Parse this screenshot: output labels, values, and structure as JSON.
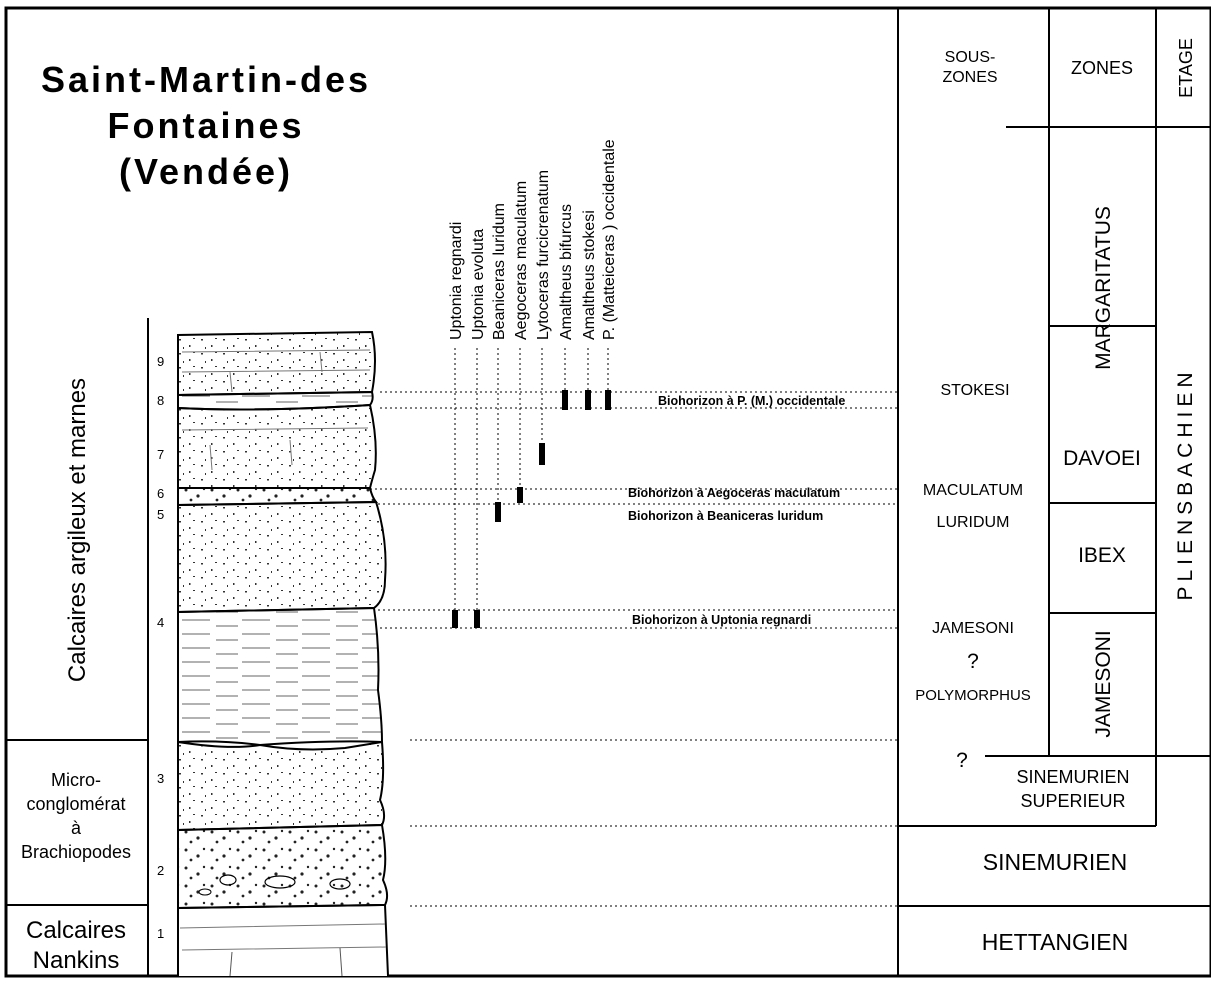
{
  "title": [
    "Saint-Martin-des",
    "Fontaines",
    "(Vendée)"
  ],
  "lithology": {
    "unit_a": "Calcaires argileux et marnes",
    "unit_b": [
      "Micro-",
      "conglomérat",
      "à",
      "Brachiopodes"
    ],
    "unit_c": [
      "Calcaires",
      "Nankins"
    ]
  },
  "beds": [
    "1",
    "2",
    "3",
    "4",
    "5",
    "6",
    "7",
    "8",
    "9"
  ],
  "taxa": [
    "Uptonia regnardi",
    "Uptonia evoluta",
    "Beaniceras luridum",
    "Aegoceras maculatum",
    "Lytoceras furcicrenatum",
    "Amaltheus bifurcus",
    "Amaltheus stokesi",
    "P. (Matteiceras ) occidentale"
  ],
  "biohorizons": {
    "occidentale": "Biohorizon à P. (M.) occidentale",
    "maculatum": "Biohorizon à Aegoceras maculatum",
    "luridum": "Biohorizon à Beaniceras luridum",
    "regnardi": "Biohorizon à Uptonia regnardi"
  },
  "headers": {
    "souszones": [
      "SOUS-",
      "ZONES"
    ],
    "zones": "ZONES",
    "etage": "ETAGE"
  },
  "subzones": {
    "stokesi": "STOKESI",
    "maculatum": "MACULATUM",
    "luridum": "LURIDUM",
    "jamesoni": "JAMESONI",
    "q1": "?",
    "polymorphus": "POLYMORPHUS",
    "q2": "?"
  },
  "zones": {
    "margaritatus": "MARGARITATUS",
    "davoei": "DAVOEI",
    "ibex": "IBEX",
    "jamesoni": "JAMESONI"
  },
  "stages": {
    "pliensbachien": "PLIENSBACHIEN",
    "sinemurien_sup": [
      "SINEMURIEN",
      "SUPERIEUR"
    ],
    "sinemurien": "SINEMURIEN",
    "hettangien": "HETTANGIEN"
  }
}
